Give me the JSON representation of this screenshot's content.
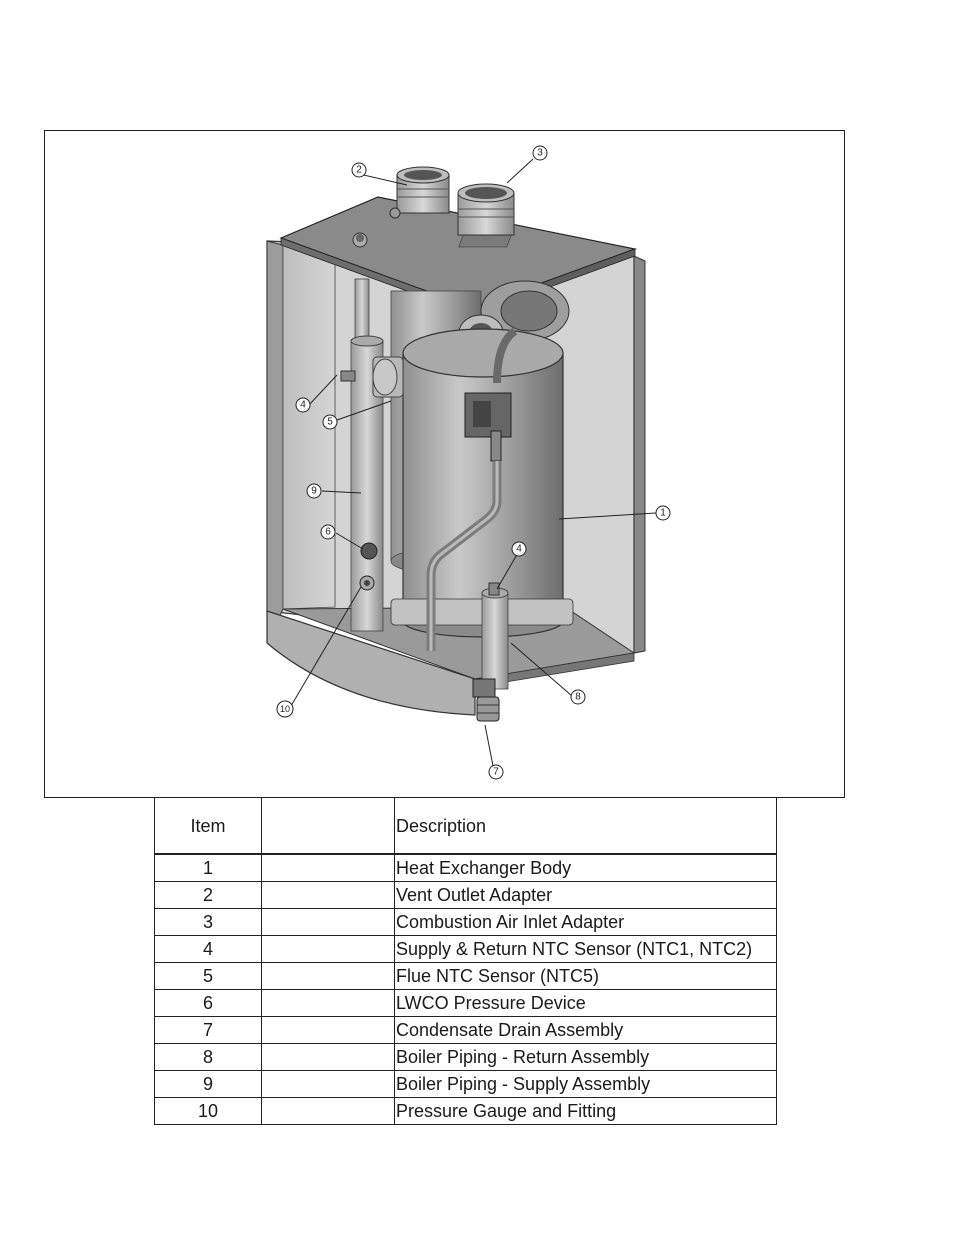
{
  "figure": {
    "callouts": [
      {
        "label": "1"
      },
      {
        "label": "2"
      },
      {
        "label": "3"
      },
      {
        "label": "4"
      },
      {
        "label": "4"
      },
      {
        "label": "5"
      },
      {
        "label": "6"
      },
      {
        "label": "7"
      },
      {
        "label": "8"
      },
      {
        "label": "9"
      },
      {
        "label": "10"
      }
    ]
  },
  "table": {
    "headers": {
      "item": "Item",
      "blank": "",
      "description": "Description"
    },
    "rows": [
      {
        "item": "1",
        "description": "Heat Exchanger Body"
      },
      {
        "item": "2",
        "description": "Vent Outlet Adapter"
      },
      {
        "item": "3",
        "description": "Combustion Air Inlet Adapter"
      },
      {
        "item": "4",
        "description": "Supply & Return NTC Sensor (NTC1, NTC2)"
      },
      {
        "item": "5",
        "description": "Flue NTC Sensor (NTC5)"
      },
      {
        "item": "6",
        "description": "LWCO Pressure Device"
      },
      {
        "item": "7",
        "description": "Condensate Drain Assembly"
      },
      {
        "item": "8",
        "description": "Boiler Piping - Return Assembly"
      },
      {
        "item": "9",
        "description": "Boiler Piping - Supply Assembly"
      },
      {
        "item": "10",
        "description": "Pressure Gauge and Fitting"
      }
    ]
  }
}
